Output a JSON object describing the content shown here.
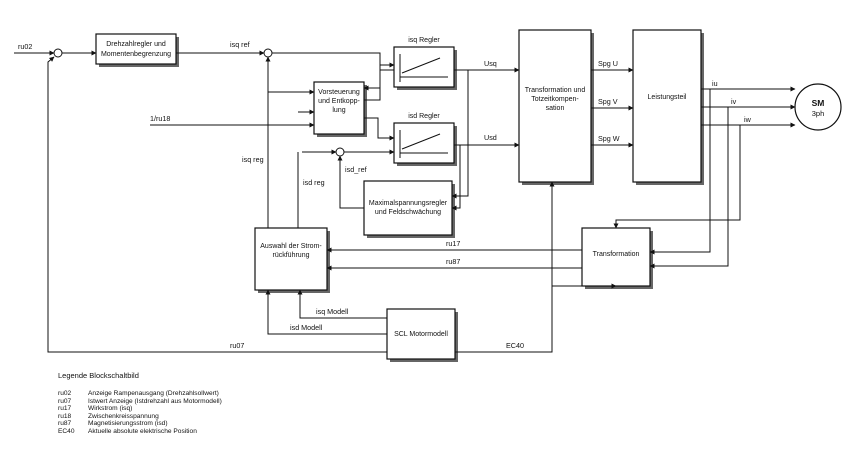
{
  "blocks": {
    "speed_controller": [
      "Drehzahlregler und",
      "Momentenbegrenzung"
    ],
    "isq_controller": "isq Regler",
    "isd_controller": "isd Regler",
    "feedforward": [
      "Vorsteuerung",
      "und Entkopp-",
      "lung"
    ],
    "transformation_top": [
      "Transformation und",
      "Totzeitkompen-",
      "sation"
    ],
    "power_stage": "Leistungsteil",
    "motor": [
      "SM",
      "3ph"
    ],
    "max_voltage": [
      "Maximalspannungsregler",
      "und Feldschwächung"
    ],
    "current_feedback": [
      "Auswahl der Strom-",
      "rückführung"
    ],
    "transformation_bottom": "Transformation",
    "scl_model": "SCL Motormodell"
  },
  "signals": {
    "ru02": "ru02",
    "isq_ref": "isq ref",
    "ru18": "1/ru18",
    "isq_reg": "isq reg",
    "isd_reg": "isd reg",
    "isd_ref": "isd_ref",
    "usq": "Usq",
    "usd": "Usd",
    "spg_u": "Spg U",
    "spg_v": "Spg V",
    "spg_w": "Spg W",
    "iu": "iu",
    "iv": "iv",
    "iw": "iw",
    "ru17": "ru17",
    "ru87": "ru87",
    "isq_model": "isq Modell",
    "isd_model": "isd Modell",
    "ru07": "ru07",
    "ec40": "EC40"
  },
  "legend": {
    "title": "Legende Blockschaltbild",
    "items": [
      {
        "key": "ru02",
        "desc": "Anzeige Rampenausgang (Drehzahlsollwert)"
      },
      {
        "key": "ru07",
        "desc": "Istwert Anzeige (Istdrehzahl aus Motormodell)"
      },
      {
        "key": "ru17",
        "desc": "Wirkstrom (isq)"
      },
      {
        "key": "ru18",
        "desc": "Zwischenkreisspannung"
      },
      {
        "key": "ru87",
        "desc": "Magnetisierungsstrom (isd)"
      },
      {
        "key": "EC40",
        "desc": "Aktuelle absolute elektrische Position"
      }
    ]
  }
}
